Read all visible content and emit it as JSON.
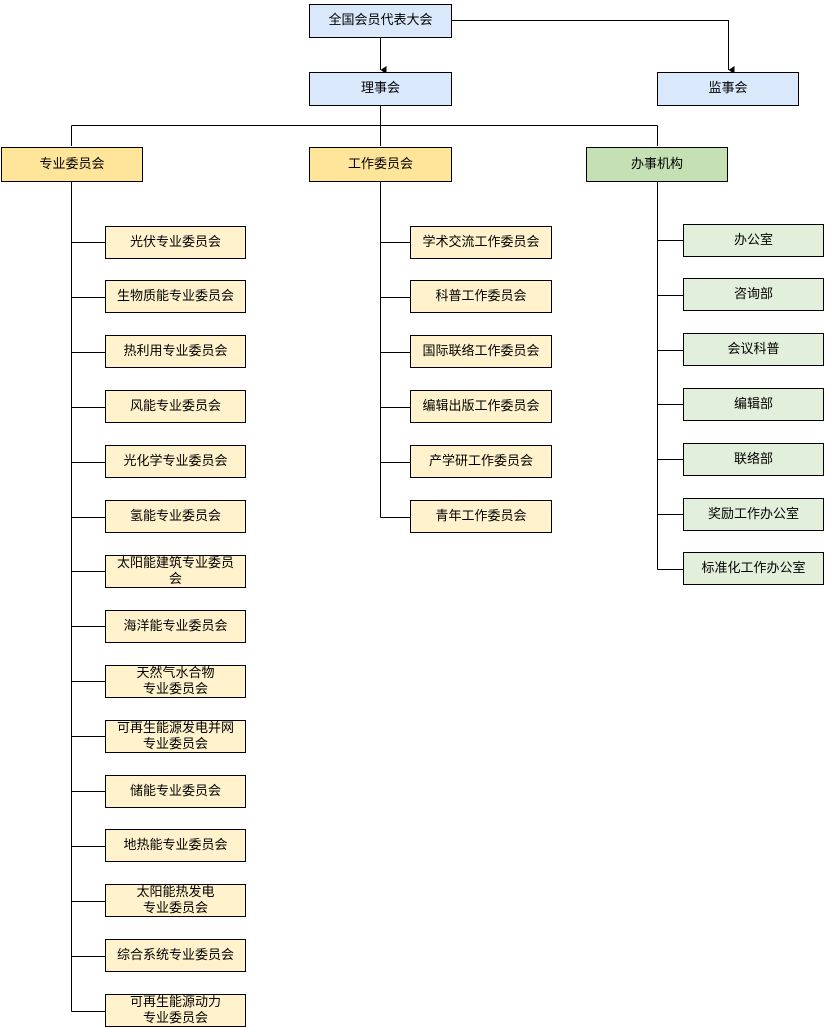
{
  "top": "全国会员代表大会",
  "council": "理事会",
  "supervisors": "监事会",
  "columns": {
    "professional": {
      "label": "专业委员会",
      "items": [
        "光伏专业委员会",
        "生物质能专业委员会",
        "热利用专业委员会",
        "风能专业委员会",
        "光化学专业委员会",
        "氢能专业委员会",
        "太阳能建筑专业委员\n会",
        "海洋能专业委员会",
        "天然气水合物\n专业委员会",
        "可再生能源发电并网\n专业委员会",
        "储能专业委员会",
        "地热能专业委员会",
        "太阳能热发电\n专业委员会",
        "综合系统专业委员会",
        "可再生能源动力\n专业委员会"
      ]
    },
    "work": {
      "label": "工作委员会",
      "items": [
        "学术交流工作委员会",
        "科普工作委员会",
        "国际联络工作委员会",
        "编辑出版工作委员会",
        "产学研工作委员会",
        "青年工作委员会"
      ]
    },
    "office": {
      "label": "办事机构",
      "items": [
        "办公室",
        "咨询部",
        "会议科普",
        "编辑部",
        "联络部",
        "奖励工作办公室",
        "标准化工作办公室"
      ]
    }
  }
}
